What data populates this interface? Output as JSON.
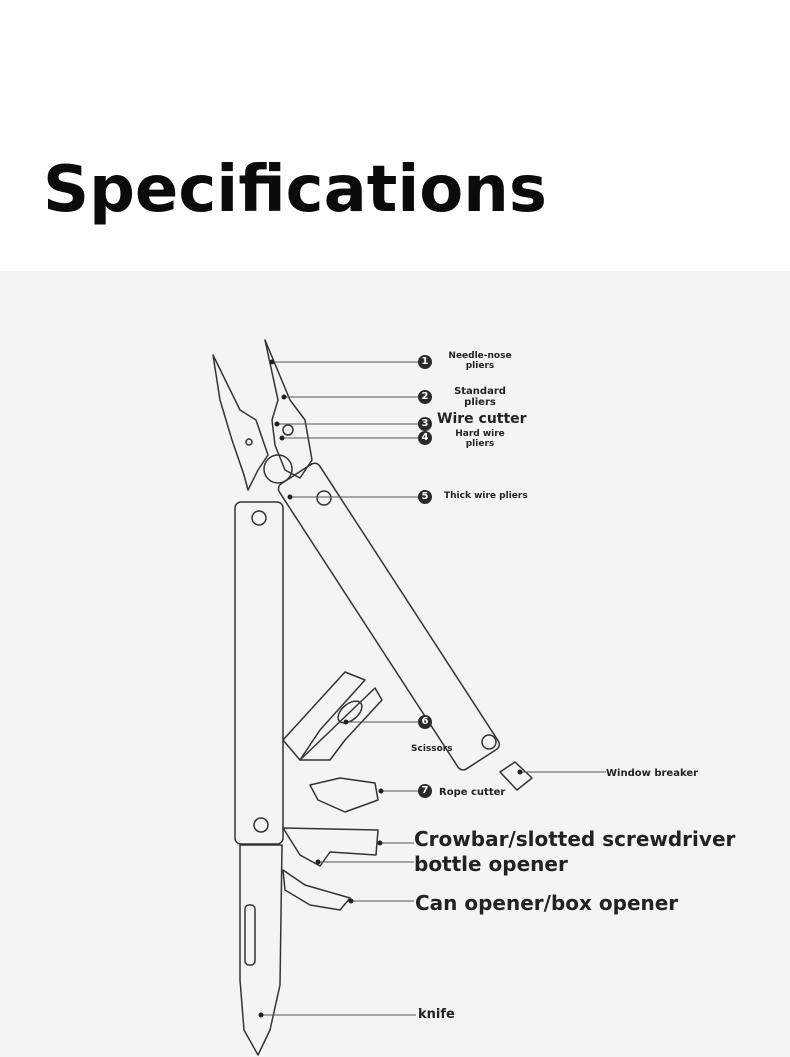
{
  "title": "Specifications",
  "callouts": [
    {
      "num": "1",
      "label": "Needle-nose pliers"
    },
    {
      "num": "2",
      "label": "Standard pliers"
    },
    {
      "num": "3",
      "label": "Wire cutter"
    },
    {
      "num": "4",
      "label": "Hard wire pliers"
    },
    {
      "num": "5",
      "label": "Thick wire pliers"
    },
    {
      "num": "6",
      "label": "Scissors"
    },
    {
      "num": "7",
      "label": "Rope cutter"
    }
  ],
  "extra_labels": {
    "window_breaker": "Window breaker",
    "crowbar": "Crowbar/slotted screwdriver",
    "bottle": "bottle opener",
    "can_opener": "Can opener/box opener",
    "knife": "knife"
  },
  "colors": {
    "background_panel": "#f4f4f4",
    "line": "#333333",
    "marker": "#2a2a2a"
  }
}
